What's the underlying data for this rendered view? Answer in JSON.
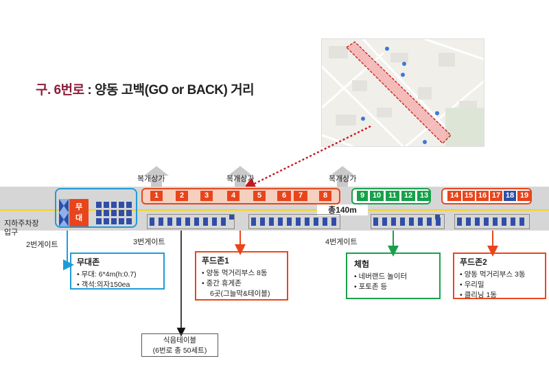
{
  "title": {
    "prefix": "구. 6번로",
    "rest": " : 양동 고백(GO or BACK) 거리"
  },
  "arrows_label": "복개상가",
  "total_length": "총140m",
  "stage_label": "무대",
  "gates": {
    "parking": "지하주차장",
    "parking_entrance": "입구",
    "gate2": "2번게이트",
    "gate3": "3번게이트",
    "gate4": "4번게이트"
  },
  "zone1_numbers": [
    "1",
    "2",
    "3",
    "4",
    "5",
    "6",
    "7",
    "8"
  ],
  "zone2_numbers": [
    "9",
    "10",
    "11",
    "12",
    "13"
  ],
  "zone3_numbers": [
    "14",
    "15",
    "16",
    "17",
    "18",
    "19"
  ],
  "stage_box": {
    "title": "무대존",
    "items": [
      "무대: 6*4m(h:0.7)",
      "객석:의자150ea"
    ]
  },
  "food1_box": {
    "title": "푸드존1",
    "items": [
      "양동 먹거리부스 8동",
      "중간 휴게존"
    ],
    "extra": "6곳(그늘막&테이블)"
  },
  "exp_box": {
    "title": "체험",
    "items": [
      "네버랜드 놀이터",
      "포토존 등"
    ]
  },
  "food2_box": {
    "title": "푸드존2",
    "items": [
      "양동 먹거리부스 3동",
      "우리밀",
      "클리닝 1동"
    ]
  },
  "table_box": {
    "line1": "식음테이블",
    "line2": "(6번로 총 50세트)"
  },
  "colors": {
    "orange": "#e8451c",
    "green": "#17a04a",
    "blue": "#1e9bd7",
    "seat": "#2f4ea6",
    "title_accent": "#8b1d3a"
  }
}
